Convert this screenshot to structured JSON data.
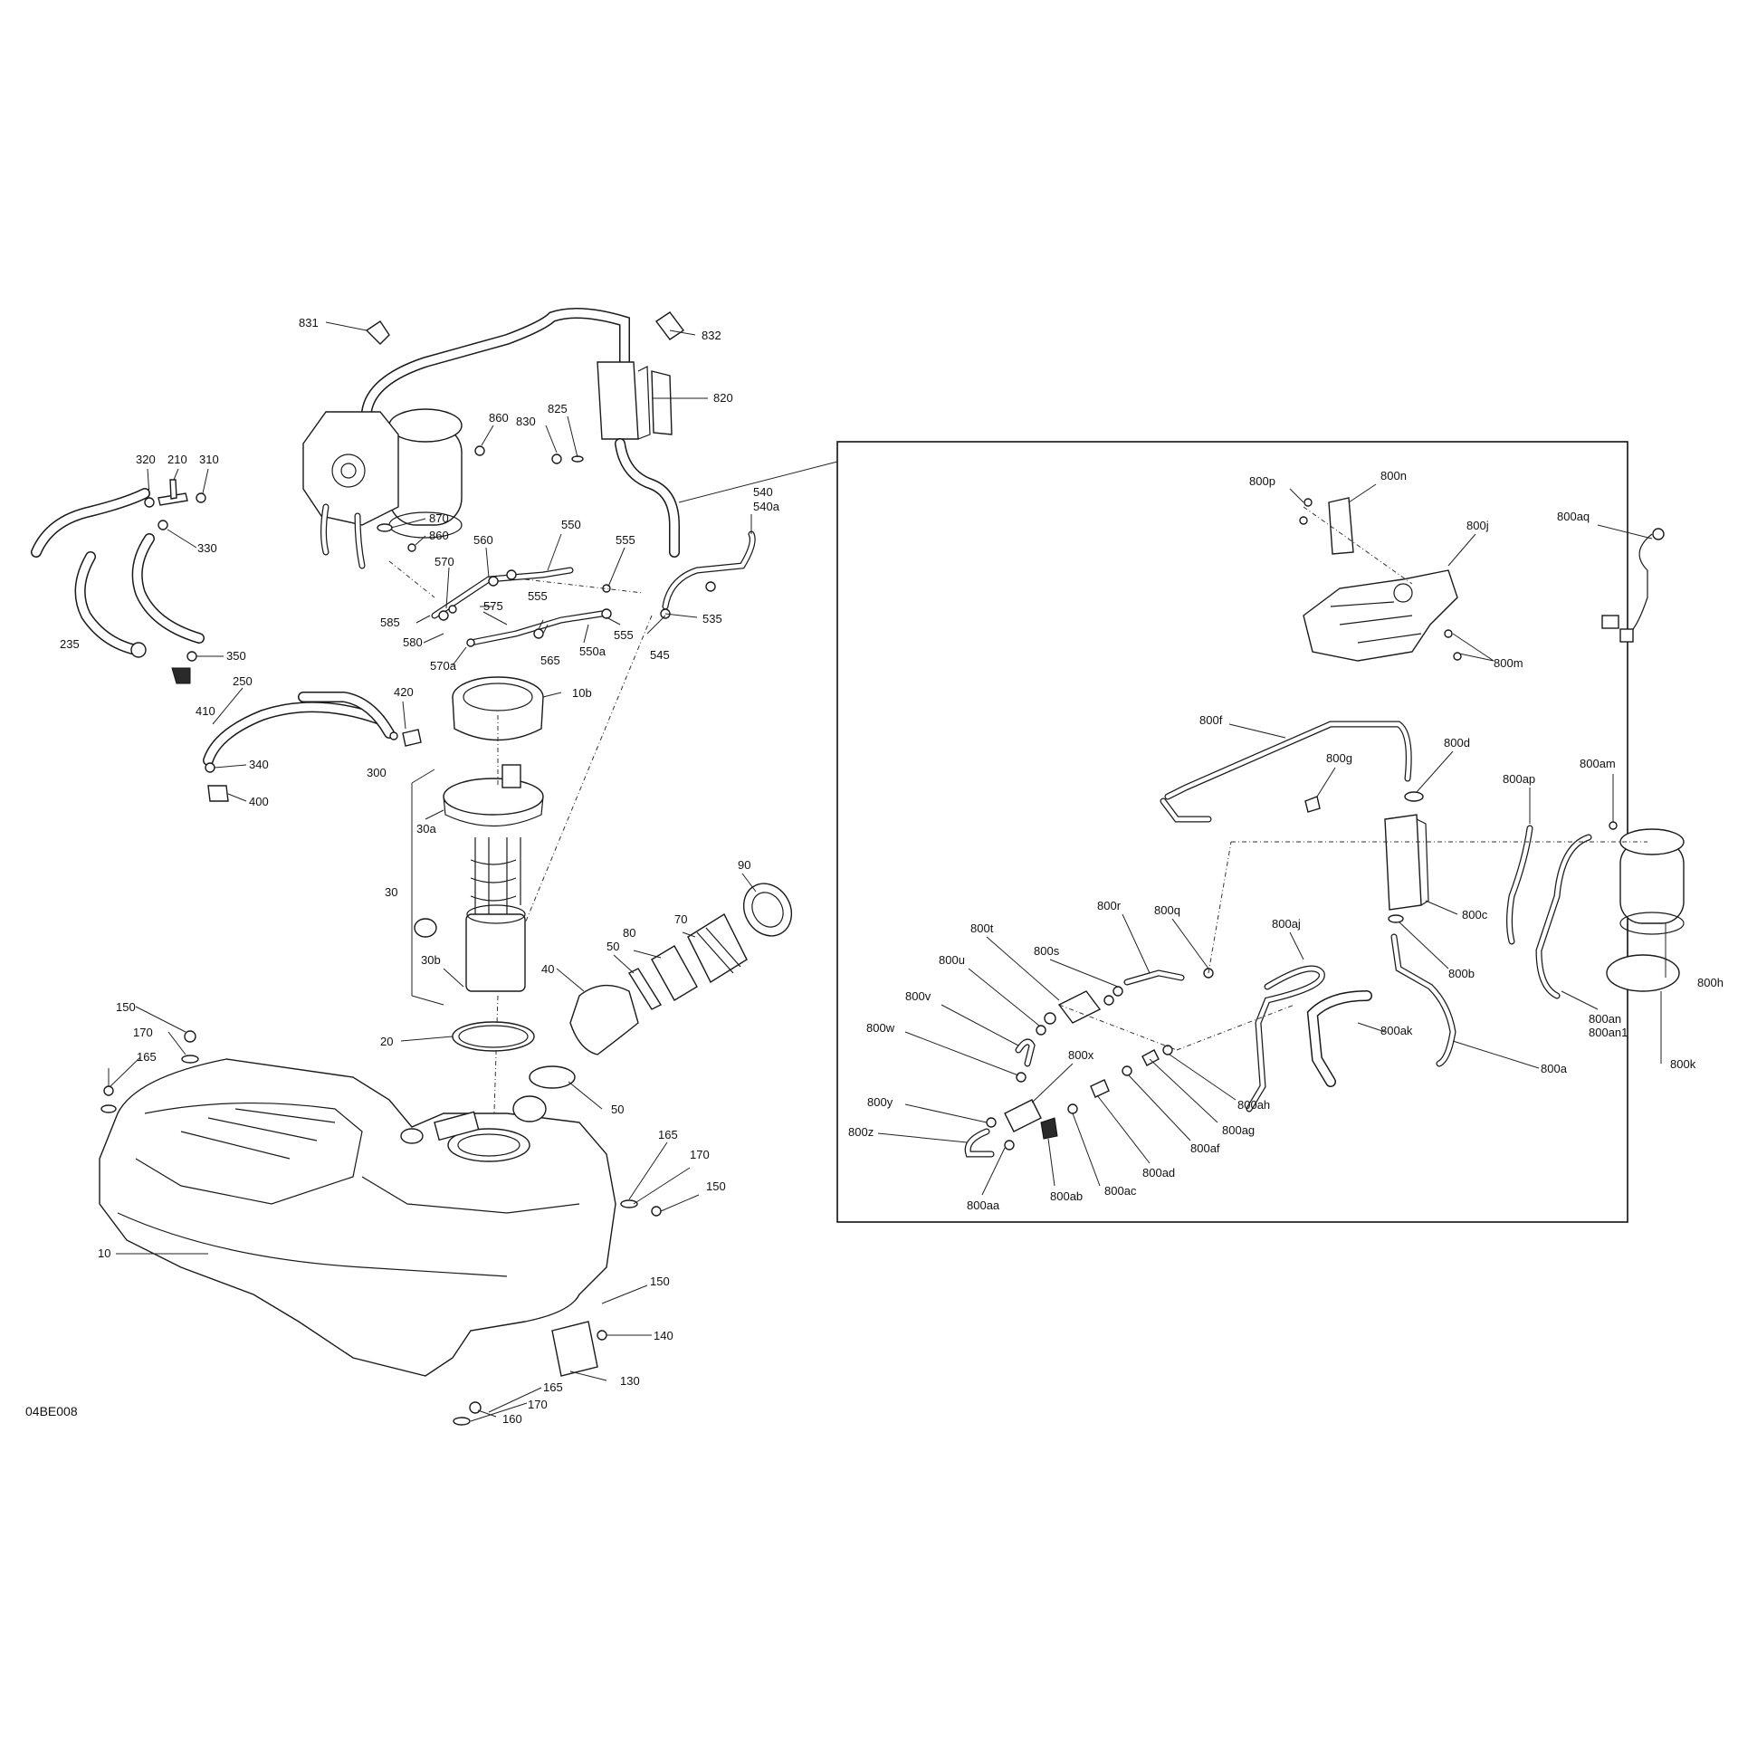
{
  "diagram_code": "04BE008",
  "colors": {
    "line": "#1a1a1a",
    "background": "#ffffff"
  },
  "callouts": {
    "c831": "831",
    "c832": "832",
    "c820": "820",
    "c825": "825",
    "c830": "830",
    "c860a": "860",
    "c860b": "860",
    "c870": "870",
    "c320": "320",
    "c210": "210",
    "c310": "310",
    "c330": "330",
    "c235": "235",
    "c350": "350",
    "c410": "410",
    "c250": "250",
    "c420": "420",
    "c300": "300",
    "c340": "340",
    "c400": "400",
    "c540": "540",
    "c540a": "540a",
    "c550": "550",
    "c560": "560",
    "c555a": "555",
    "c555b": "555",
    "c555c": "555",
    "c570": "570",
    "c570a": "570a",
    "c575": "575",
    "c585": "585",
    "c580": "580",
    "c565": "565",
    "c550a": "550a",
    "c545": "545",
    "c535": "535",
    "c10b": "10b",
    "c30a": "30a",
    "c30": "30",
    "c30b": "30b",
    "c90": "90",
    "c70": "70",
    "c80": "80",
    "c50a": "50",
    "c40": "40",
    "c20": "20",
    "c50b": "50",
    "c150a": "150",
    "c170a": "170",
    "c165a": "165",
    "c165b": "165",
    "c170b": "170",
    "c150b": "150",
    "c10": "10",
    "c150c": "150",
    "c140": "140",
    "c130": "130",
    "c165c": "165",
    "c170c": "170",
    "c160": "160",
    "k800p": "800p",
    "k800n": "800n",
    "k800j": "800j",
    "k800aq": "800aq",
    "k800m": "800m",
    "k800f": "800f",
    "k800g": "800g",
    "k800d": "800d",
    "k800ap": "800ap",
    "k800am": "800am",
    "k800c": "800c",
    "k800h": "800h",
    "k800b": "800b",
    "k800an": "800an",
    "k800an1": "800an1",
    "k800k": "800k",
    "k800a": "800a",
    "k800ak": "800ak",
    "k800aj": "800aj",
    "k800t": "800t",
    "k800s": "800s",
    "k800r": "800r",
    "k800q": "800q",
    "k800u": "800u",
    "k800v": "800v",
    "k800w": "800w",
    "k800x": "800x",
    "k800y": "800y",
    "k800z": "800z",
    "k800aa": "800aa",
    "k800ab": "800ab",
    "k800ac": "800ac",
    "k800ad": "800ad",
    "k800af": "800af",
    "k800ag": "800ag",
    "k800ah": "800ah"
  }
}
